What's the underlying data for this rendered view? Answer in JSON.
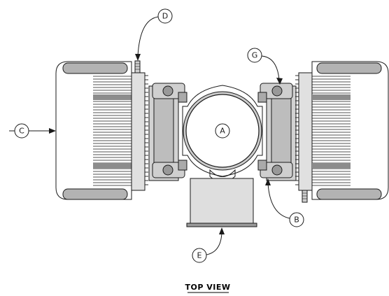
{
  "view_title": "TOP VIEW",
  "callouts": {
    "a": "A",
    "b": "B",
    "c": "C",
    "d": "D",
    "e": "E",
    "g": "G"
  },
  "colors": {
    "line": "#1a1a1a",
    "heatsink_fill": "#e6e6e6",
    "pad_fill": "#b3b3b3",
    "dark_band": "#8c8c8c",
    "body_fill": "#dedede"
  }
}
